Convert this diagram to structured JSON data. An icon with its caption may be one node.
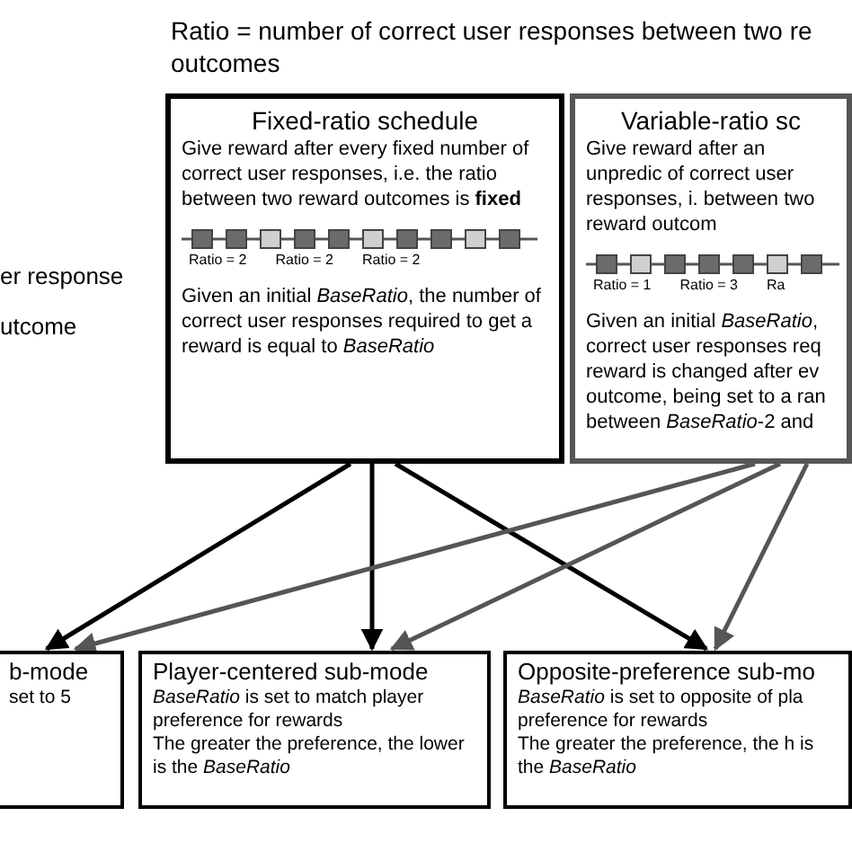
{
  "diagram": {
    "nodes": [
      {
        "text": [
          "Fixed-ratio schedule",
          "Give reward after every fixed number of correct user responses, i.e. the ratio between two reward outcomes is **fixed**",
          "Given an initial *BaseRatio*, the number of correct user responses required to get a reward is equal to *BaseRatio*"
        ]
      },
      {
        "text": [
          "Variable-ratio sc",
          "Give reward after an unpredic of correct user responses, i. between two reward outcom",
          "Given an initial *BaseRatio*, correct user responses req reward is changed after ev outcome, being set to a ran between *BaseRatio*-2 and"
        ]
      },
      {
        "text": [
          "b-mode",
          "set to 5"
        ]
      },
      {
        "text": [
          "Player-centered sub-mode",
          "*BaseRatio* is set to match player preference for rewards",
          "The greater the preference, the lower is the *BaseRatio*"
        ]
      },
      {
        "text": [
          "Opposite-preference sub-mo",
          "*BaseRatio* is set to opposite of pla preference for rewards",
          "The greater the preference, the h is the *BaseRatio*"
        ]
      }
    ],
    "edges": [
      {
        "from": 0,
        "to": 2,
        "arrow": "to"
      },
      {
        "from": 0,
        "to": 3,
        "arrow": "to"
      },
      {
        "from": 0,
        "to": 4,
        "arrow": "to"
      },
      {
        "from": 1,
        "to": 2,
        "arrow": "to",
        "color": "#555555"
      },
      {
        "from": 1,
        "to": 3,
        "arrow": "to",
        "color": "#555555"
      },
      {
        "from": 1,
        "to": 4,
        "arrow": "to",
        "color": "#555555"
      }
    ],
    "labels": [
      "Ratio = number of correct user responses between two re outcomes",
      "er response",
      "utcome",
      "Ratio = 2",
      "Ratio = 2",
      "Ratio = 2",
      "Ratio = 1",
      "Ratio = 3",
      "Ra"
    ]
  }
}
